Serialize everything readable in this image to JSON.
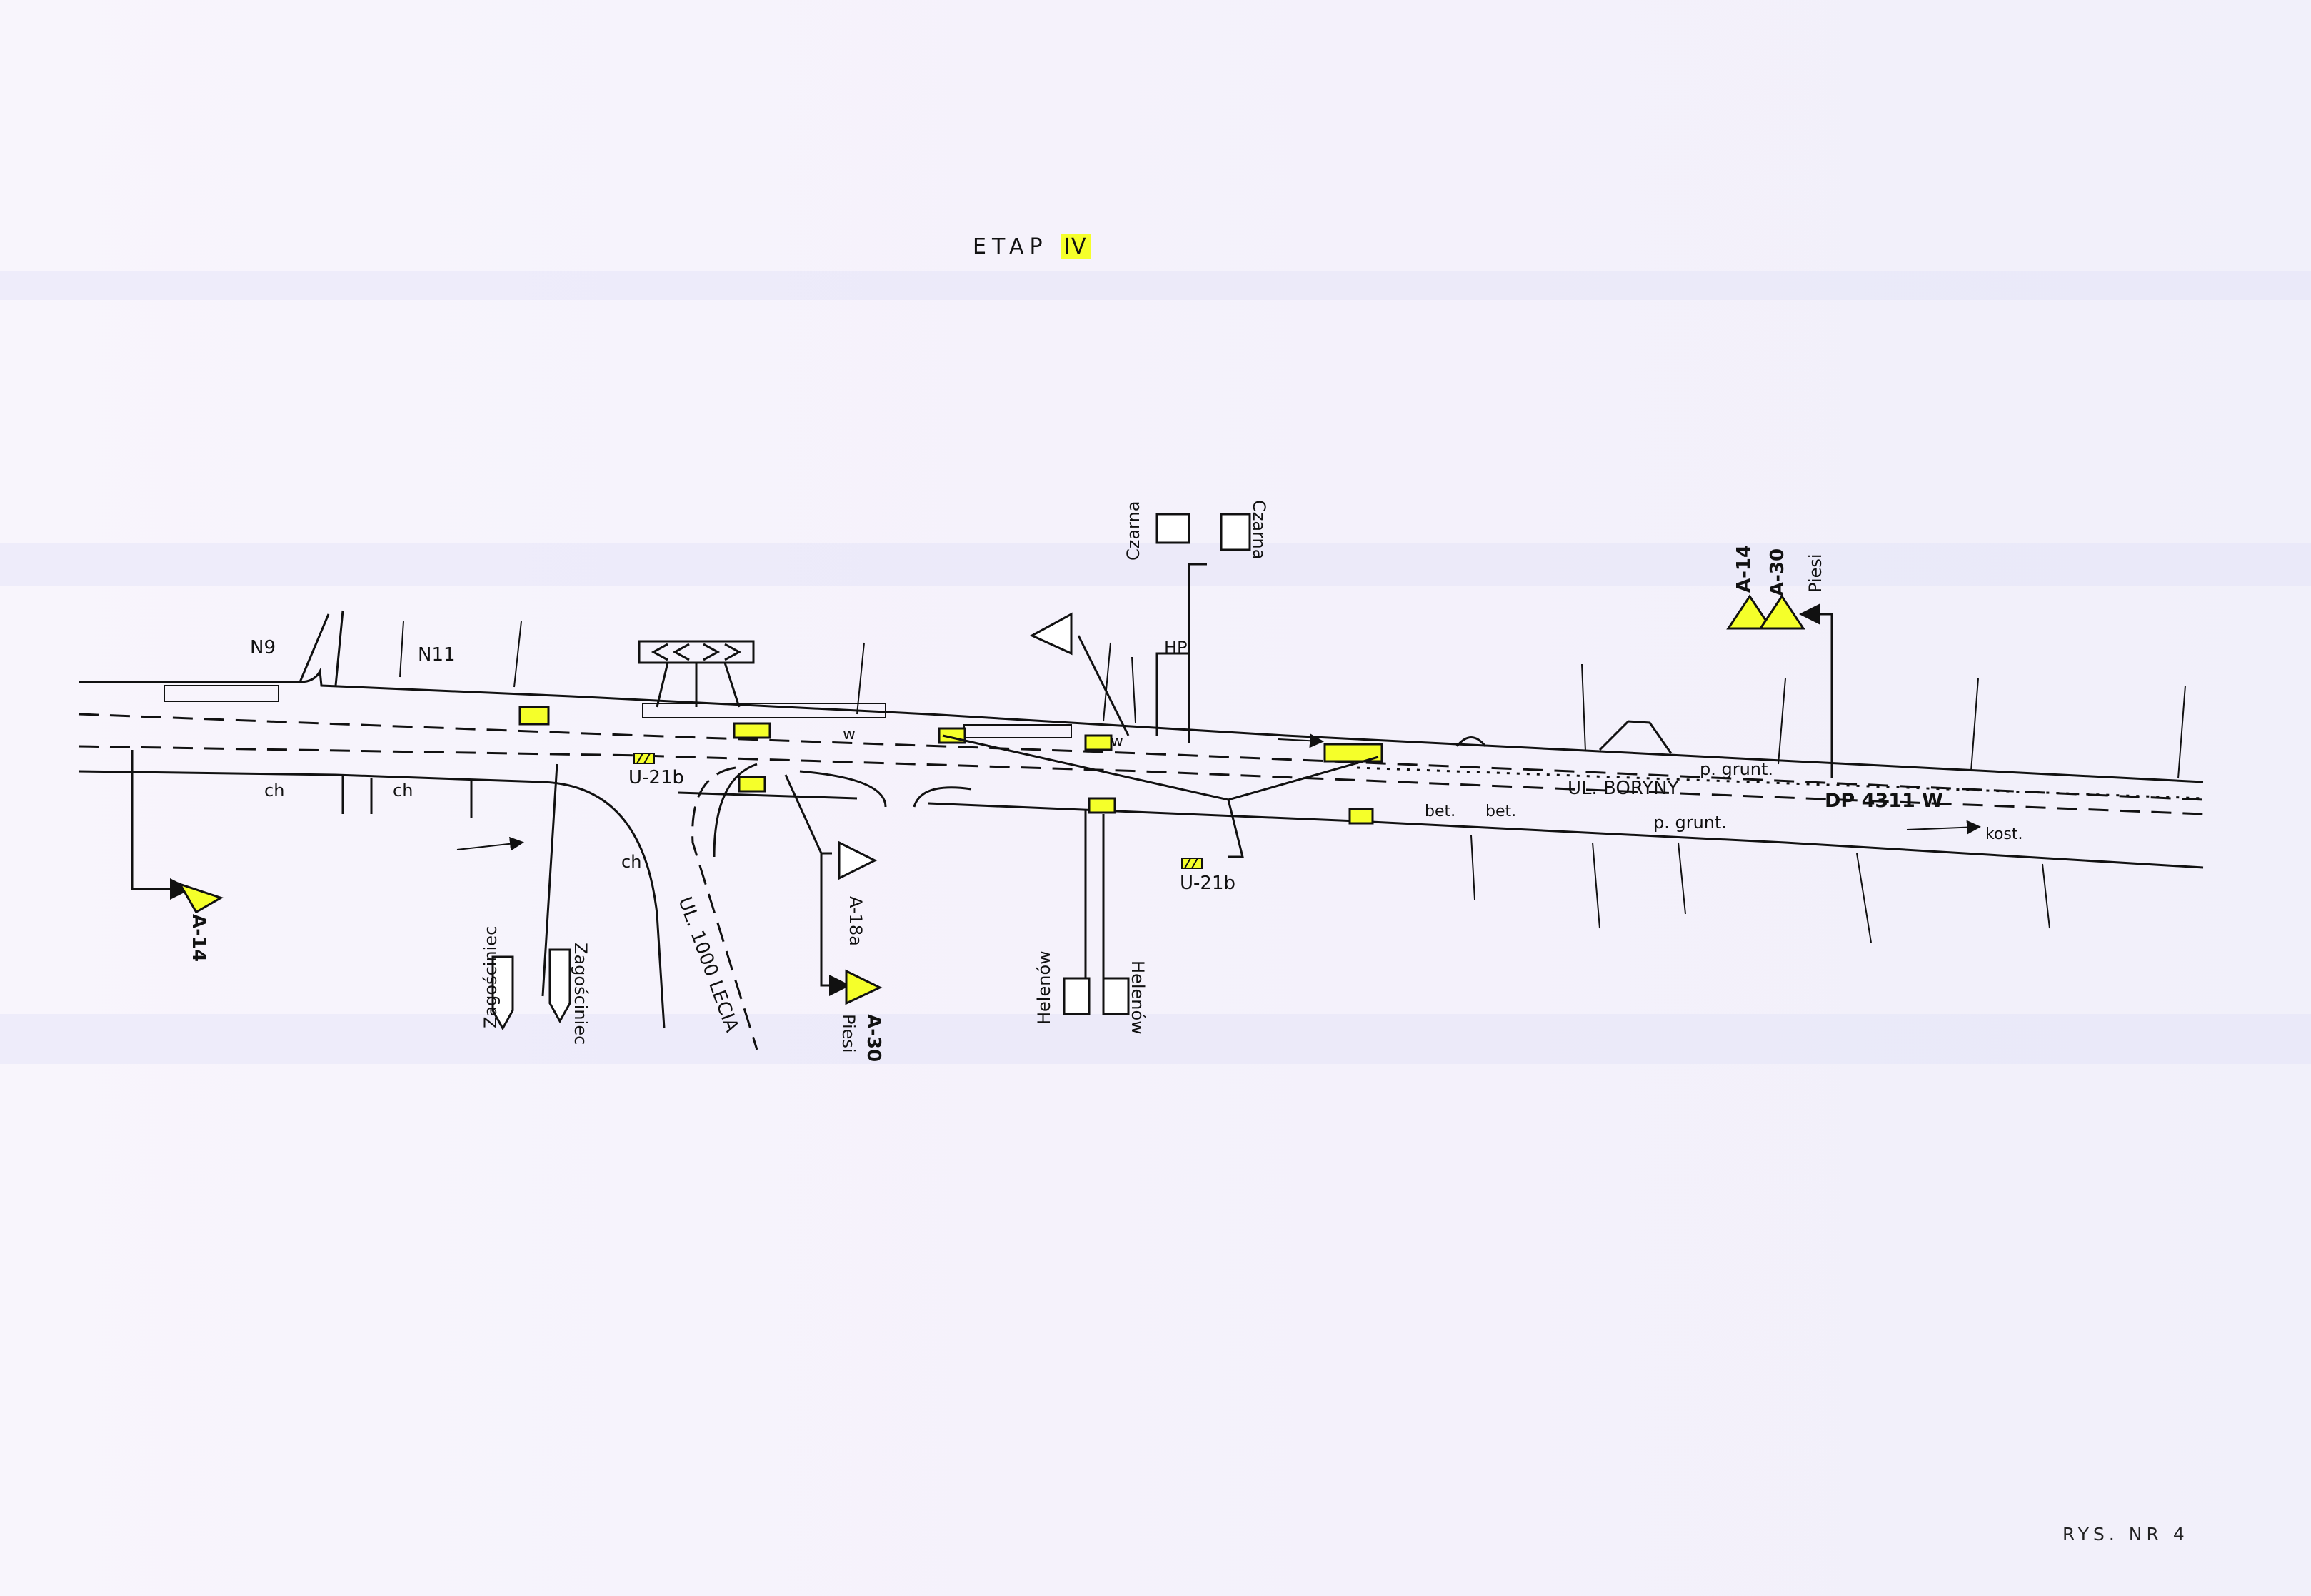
{
  "title": {
    "prefix": "ETAP",
    "stage": "IV"
  },
  "drawing_number": "RYS. NR 4",
  "colors": {
    "highlight": "#f5ff2a",
    "line": "#111111",
    "paper": "#f6f3fb"
  },
  "labels": {
    "n9": "N9",
    "n11": "N11",
    "ch1": "ch",
    "ch2": "ch",
    "ch3": "ch",
    "u21b_left": "U-21b",
    "u21b_right": "U-21b",
    "a14_left": "A-14",
    "a18a": "A-18a",
    "a30_mid_code": "A-30",
    "a30_mid_text": "Piesi",
    "zagosciniec_1": "Zagościniec",
    "zagosciniec_2": "Zagościniec",
    "street_1000": "UL. 1000 LECIA",
    "helenow_1": "Helenów",
    "helenow_2": "Helenów",
    "czarna_1": "Czarna",
    "czarna_2": "Czarna",
    "hp": "HP",
    "w1": "w",
    "w2": "w",
    "street_boryny": "UL. BORYNY",
    "road_id": "DP 4311 W",
    "p_grunt_1": "p. grunt.",
    "p_grunt_2": "p. grunt.",
    "bet_1": "bet.",
    "bet_2": "bet.",
    "kost": "kost.",
    "a14_right": "A-14",
    "a30_right_code": "A-30",
    "a30_right_text": "Piesi"
  }
}
